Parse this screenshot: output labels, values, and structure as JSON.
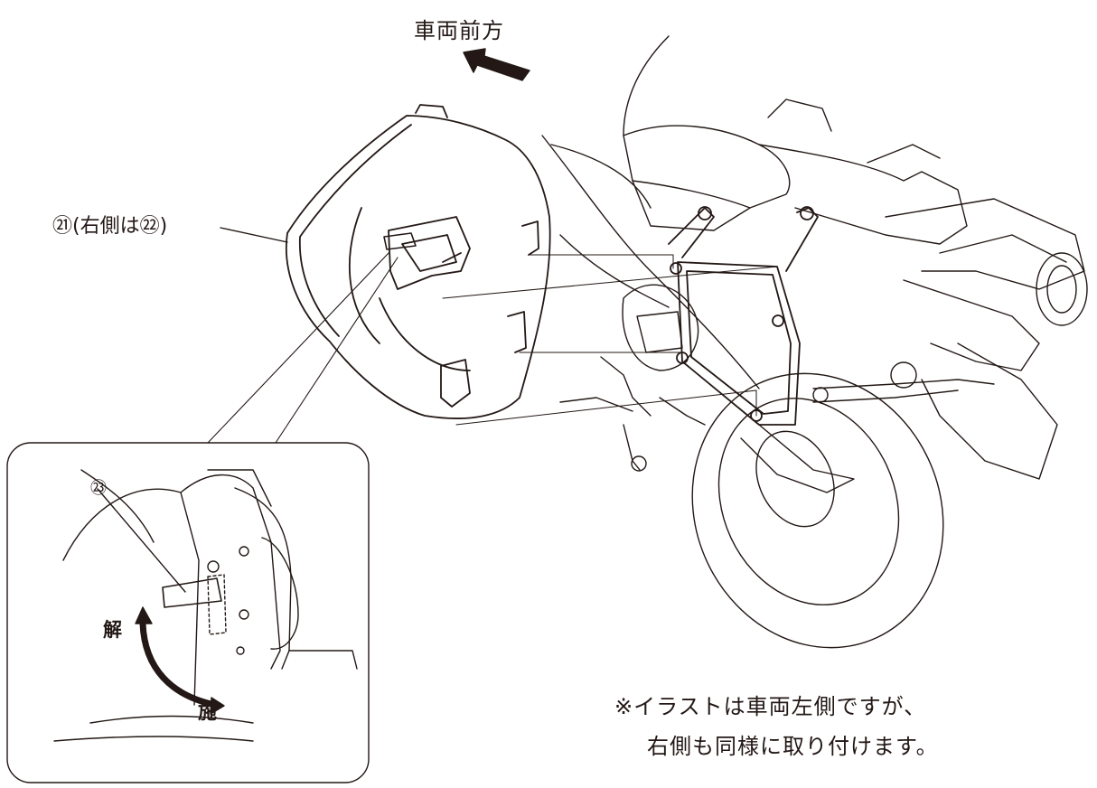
{
  "labels": {
    "front_direction": "車両前方",
    "case_callout": "㉑(右側は㉒)",
    "key_callout": "㉓",
    "unlock": "解",
    "lock": "施",
    "note_line1": "※イラストは車両左側ですが、",
    "note_line2": "右側も同様に取り付けます。"
  }
}
